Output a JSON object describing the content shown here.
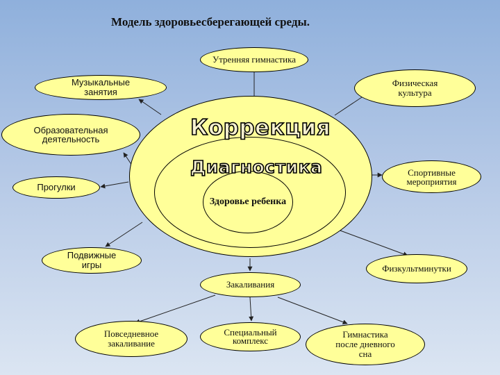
{
  "title": "Модель  здоровьесберегающей  среды.",
  "center": {
    "outer": "Коррекция",
    "middle": "Диагностика",
    "inner": "Здоровье ребенка"
  },
  "nodes": {
    "morning_gym": "Утренняя гимнастика",
    "music": "Музыкальные занятия",
    "education": "Образовательная деятельность",
    "walks": "Прогулки",
    "outdoor_games": "Подвижные игры",
    "physical_culture": "Физическая культура",
    "sport_events": "Спортивные мероприятия",
    "fizminutes": "Физкультминутки",
    "hardening": "Закаливания",
    "daily_hardening": "Повседневное закаливание",
    "special_complex": "Специальный комплекс",
    "after_sleep_gym": "Гимнастика после дневного сна"
  },
  "colors": {
    "fill": "#ffff99",
    "background_top": "#8fb0dc",
    "background_bottom": "#dbe5f2"
  }
}
